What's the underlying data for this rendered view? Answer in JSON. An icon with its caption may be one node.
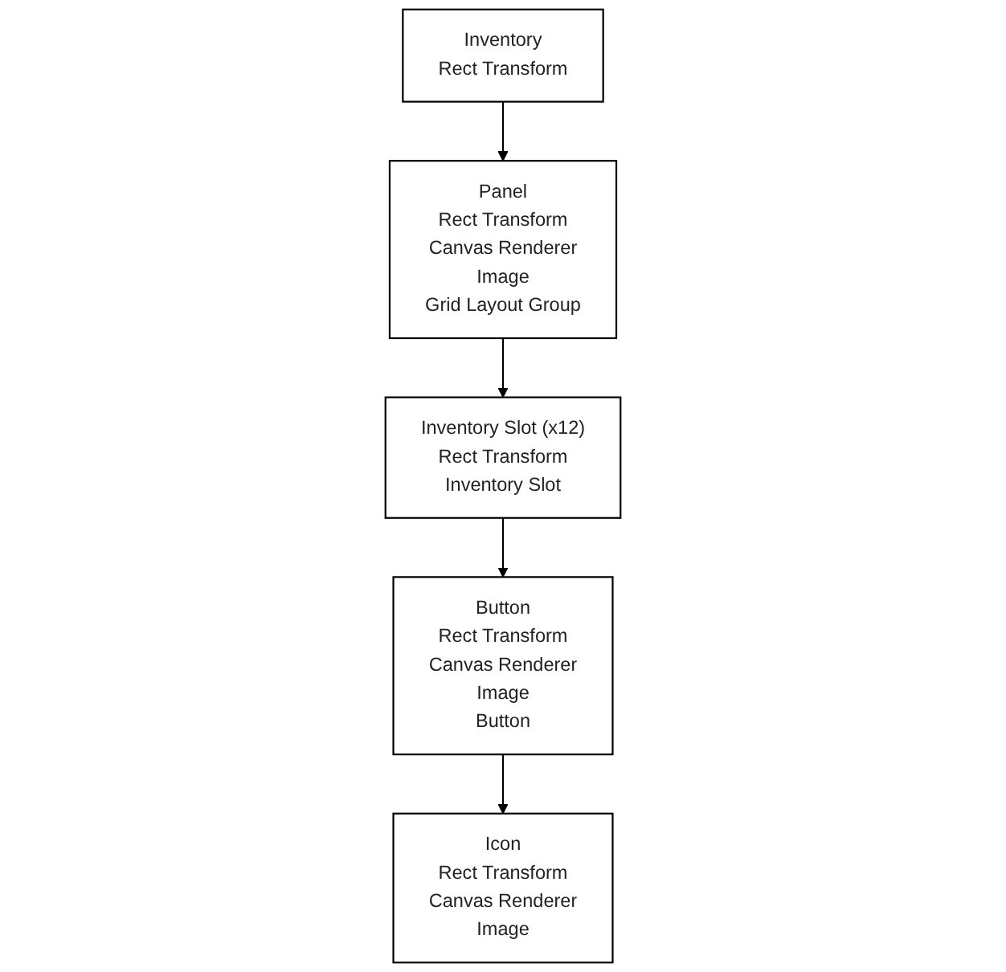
{
  "diagram": {
    "nodes": [
      {
        "text": [
          "Inventory",
          "Rect Transform"
        ]
      },
      {
        "text": [
          "Panel",
          "Rect Transform",
          "Canvas Renderer",
          "Image",
          "Grid Layout Group"
        ]
      },
      {
        "text": [
          "Inventory Slot (x12)",
          "Rect Transform",
          "Inventory Slot"
        ]
      },
      {
        "text": [
          "Button",
          "Rect Transform",
          "Canvas Renderer",
          "Image",
          "Button"
        ]
      },
      {
        "text": [
          "Icon",
          "Rect Transform",
          "Canvas Renderer",
          "Image"
        ]
      }
    ],
    "edges": [
      {
        "from": 0,
        "to": 1,
        "arrow": "to"
      },
      {
        "from": 1,
        "to": 2,
        "arrow": "to"
      },
      {
        "from": 2,
        "to": 3,
        "arrow": "to"
      },
      {
        "from": 3,
        "to": 4,
        "arrow": "to"
      }
    ]
  }
}
